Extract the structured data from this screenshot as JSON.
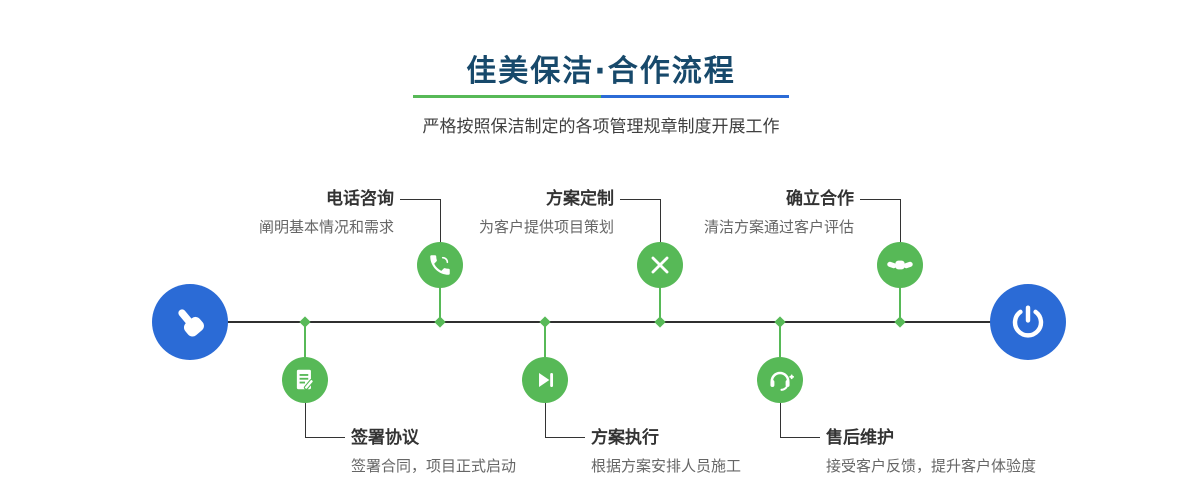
{
  "header": {
    "title": "佳美保洁·合作流程",
    "subtitle": "严格按照保洁制定的各项管理规章制度开展工作"
  },
  "colors": {
    "title_navy": "#17496b",
    "accent_green": "#57b957",
    "accent_blue": "#2b6bd6",
    "timeline_line": "#2f2f2f"
  },
  "timeline": {
    "start_icon": "pointing-hand-icon",
    "end_icon": "power-icon",
    "top_steps": [
      {
        "title": "电话咨询",
        "desc": "阐明基本情况和需求",
        "icon": "phone-icon"
      },
      {
        "title": "方案定制",
        "desc": "为客户提供项目策划",
        "icon": "design-tools-icon"
      },
      {
        "title": "确立合作",
        "desc": "清洁方案通过客户评估",
        "icon": "handshake-icon"
      }
    ],
    "bottom_steps": [
      {
        "title": "签署协议",
        "desc": "签署合同，项目正式启动",
        "icon": "contract-icon"
      },
      {
        "title": "方案执行",
        "desc": "根据方案安排人员施工",
        "icon": "play-next-icon"
      },
      {
        "title": "售后维护",
        "desc": "接受客户反馈，提升客户体验度",
        "icon": "headset-icon"
      }
    ]
  }
}
